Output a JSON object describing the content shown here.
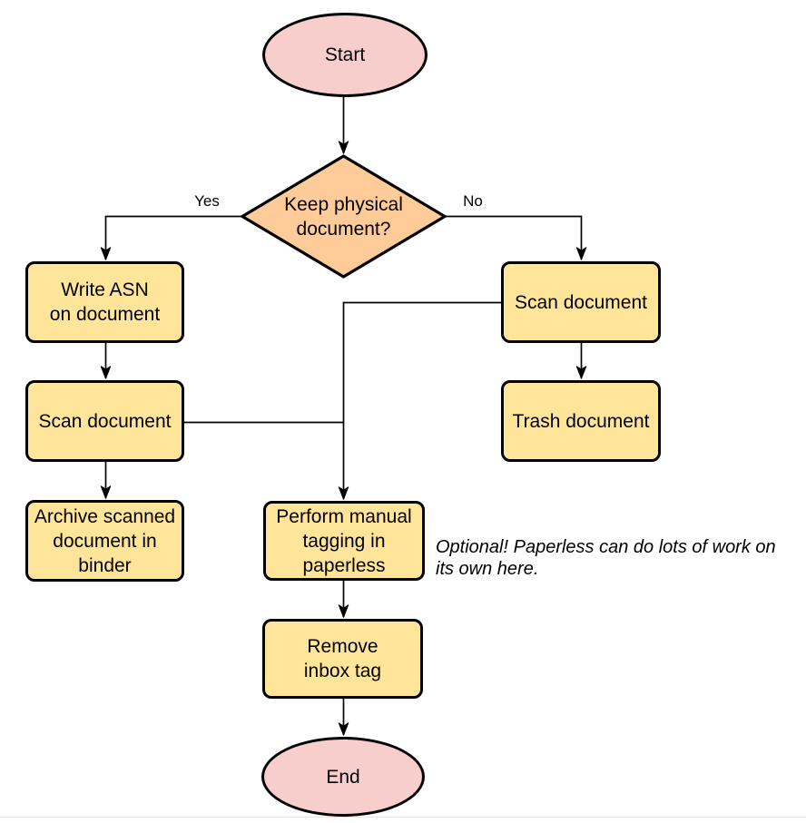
{
  "diagram": {
    "colors": {
      "terminal_fill": "#F8CECC",
      "decision_fill": "#FFCC99",
      "process_fill": "#FFE599",
      "stroke": "#000000"
    },
    "nodes": {
      "start": {
        "type": "terminal",
        "lines": [
          "Start"
        ]
      },
      "decision": {
        "type": "decision",
        "lines": [
          "Keep physical",
          "document?"
        ]
      },
      "write_asn": {
        "type": "process",
        "lines": [
          "Write ASN",
          "on document"
        ]
      },
      "scan_left": {
        "type": "process",
        "lines": [
          "Scan document"
        ]
      },
      "archive": {
        "type": "process",
        "lines": [
          "Archive scanned",
          "document in",
          "binder"
        ]
      },
      "scan_right": {
        "type": "process",
        "lines": [
          "Scan document"
        ]
      },
      "trash": {
        "type": "process",
        "lines": [
          "Trash document"
        ]
      },
      "tagging": {
        "type": "process",
        "lines": [
          "Perform manual",
          "tagging in",
          "paperless"
        ]
      },
      "remove_inbox": {
        "type": "process",
        "lines": [
          "Remove",
          "inbox tag"
        ]
      },
      "end": {
        "type": "terminal",
        "lines": [
          "End"
        ]
      }
    },
    "edge_labels": {
      "yes": "Yes",
      "no": "No"
    },
    "annotation": {
      "lines": [
        "Optional! Paperless can do lots of work on",
        "its own here."
      ]
    }
  }
}
